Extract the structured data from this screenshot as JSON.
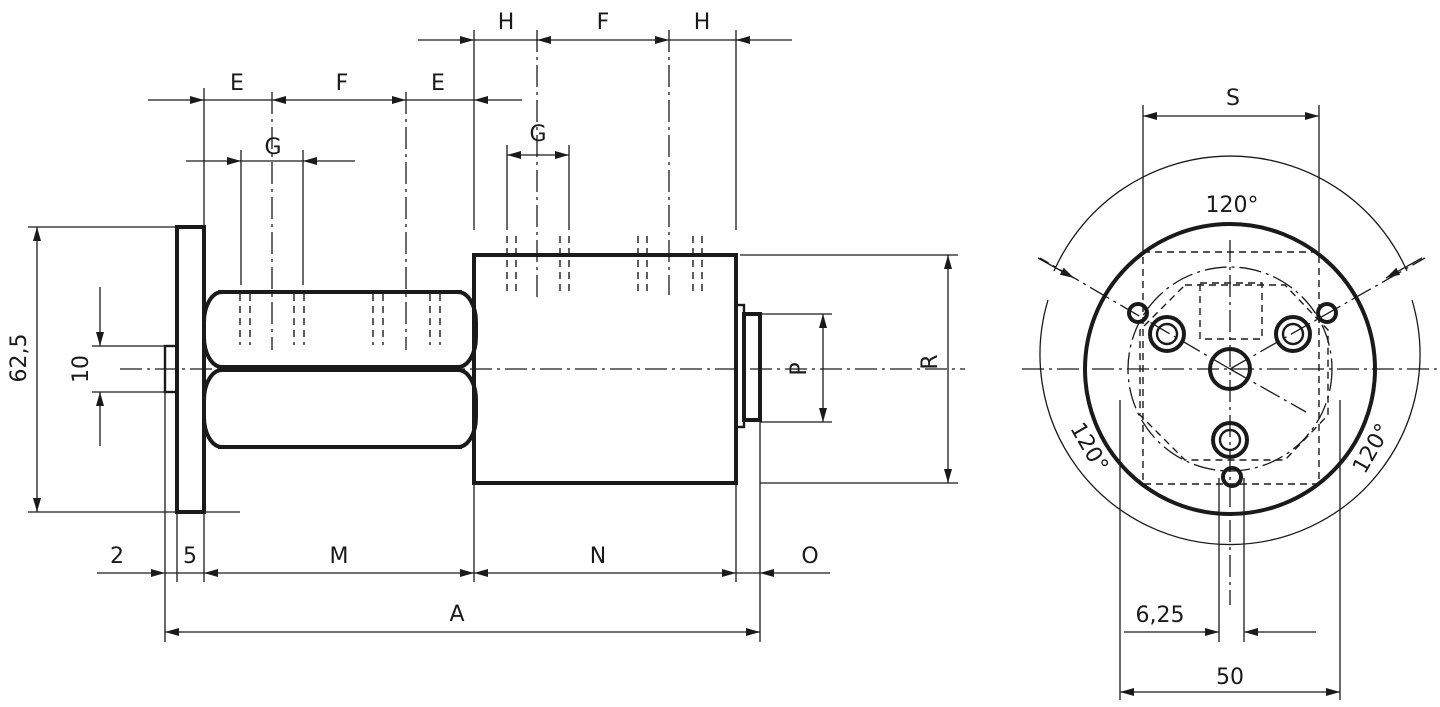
{
  "side_view": {
    "labels": {
      "h_left": "H",
      "f_top": "F",
      "h_right": "H",
      "e_left": "E",
      "f_mid": "F",
      "e_right": "E",
      "g_left": "G",
      "g_right": "G",
      "dim_62_5": "62,5",
      "dim_10": "10",
      "p": "P",
      "r": "R",
      "dim_2": "2",
      "dim_5": "5",
      "m": "M",
      "n": "N",
      "o": "O",
      "a": "A"
    }
  },
  "end_view": {
    "labels": {
      "s": "S",
      "angle_top": "120°",
      "angle_left": "120°",
      "angle_right": "120°",
      "dim_6_25": "6,25",
      "dim_50": "50"
    }
  }
}
